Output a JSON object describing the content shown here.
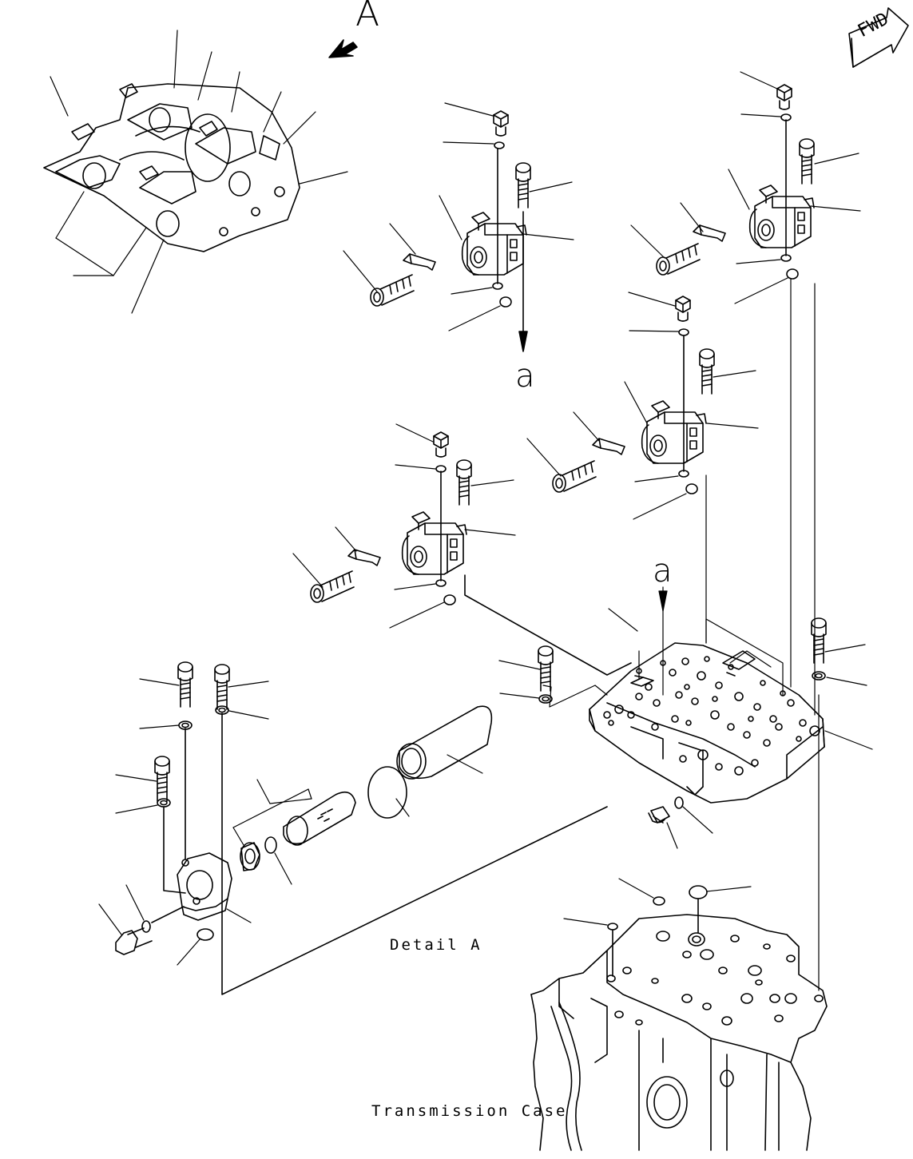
{
  "labels": {
    "view_marker": "A",
    "reference_a_top": "a",
    "reference_a_mid": "a",
    "forward": "FWD",
    "detail": "Detail A",
    "case": "Transmission Case"
  }
}
